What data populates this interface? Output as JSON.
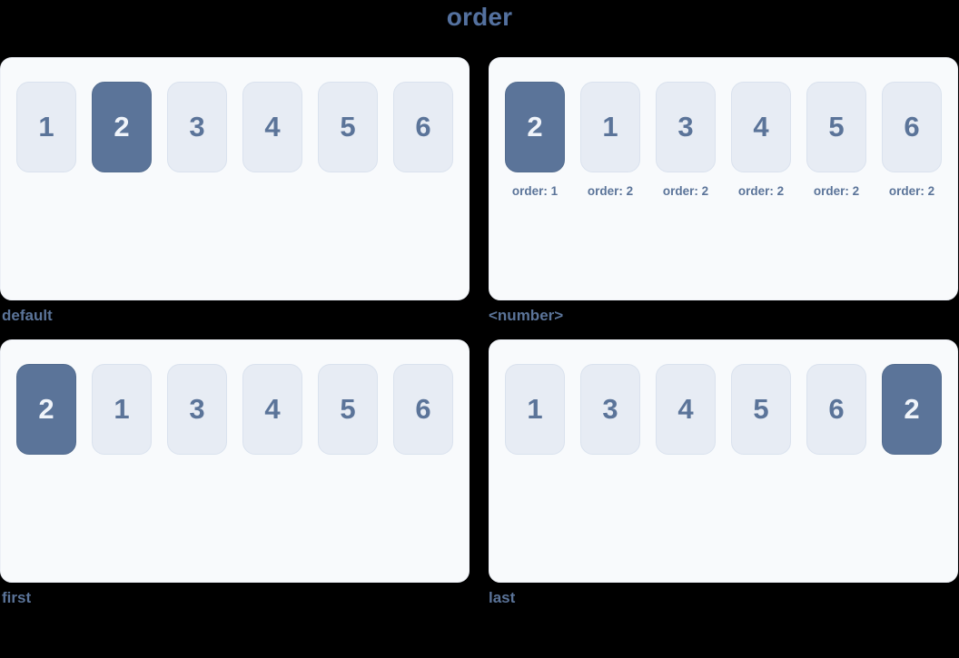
{
  "title": "order",
  "colors": {
    "page_background": "#000000",
    "panel_background": "#f8fafc",
    "card_background": "#e7ecf4",
    "card_border": "#dae2ee",
    "accent_text": "#5b7499",
    "title_text": "#54719f",
    "highlight_background": "#5b7499",
    "highlight_text": "#f0f4fa"
  },
  "panels": [
    {
      "caption": "default",
      "items": [
        {
          "label": "1",
          "highlight": false
        },
        {
          "label": "2",
          "highlight": true
        },
        {
          "label": "3",
          "highlight": false
        },
        {
          "label": "4",
          "highlight": false
        },
        {
          "label": "5",
          "highlight": false
        },
        {
          "label": "6",
          "highlight": false
        }
      ]
    },
    {
      "caption": "<number>",
      "items": [
        {
          "label": "2",
          "highlight": true,
          "sub": "order: 1"
        },
        {
          "label": "1",
          "highlight": false,
          "sub": "order: 2"
        },
        {
          "label": "3",
          "highlight": false,
          "sub": "order: 2"
        },
        {
          "label": "4",
          "highlight": false,
          "sub": "order: 2"
        },
        {
          "label": "5",
          "highlight": false,
          "sub": "order: 2"
        },
        {
          "label": "6",
          "highlight": false,
          "sub": "order: 2"
        }
      ]
    },
    {
      "caption": "first",
      "items": [
        {
          "label": "2",
          "highlight": true
        },
        {
          "label": "1",
          "highlight": false
        },
        {
          "label": "3",
          "highlight": false
        },
        {
          "label": "4",
          "highlight": false
        },
        {
          "label": "5",
          "highlight": false
        },
        {
          "label": "6",
          "highlight": false
        }
      ]
    },
    {
      "caption": "last",
      "items": [
        {
          "label": "1",
          "highlight": false
        },
        {
          "label": "3",
          "highlight": false
        },
        {
          "label": "4",
          "highlight": false
        },
        {
          "label": "5",
          "highlight": false
        },
        {
          "label": "6",
          "highlight": false
        },
        {
          "label": "2",
          "highlight": true
        }
      ]
    }
  ]
}
